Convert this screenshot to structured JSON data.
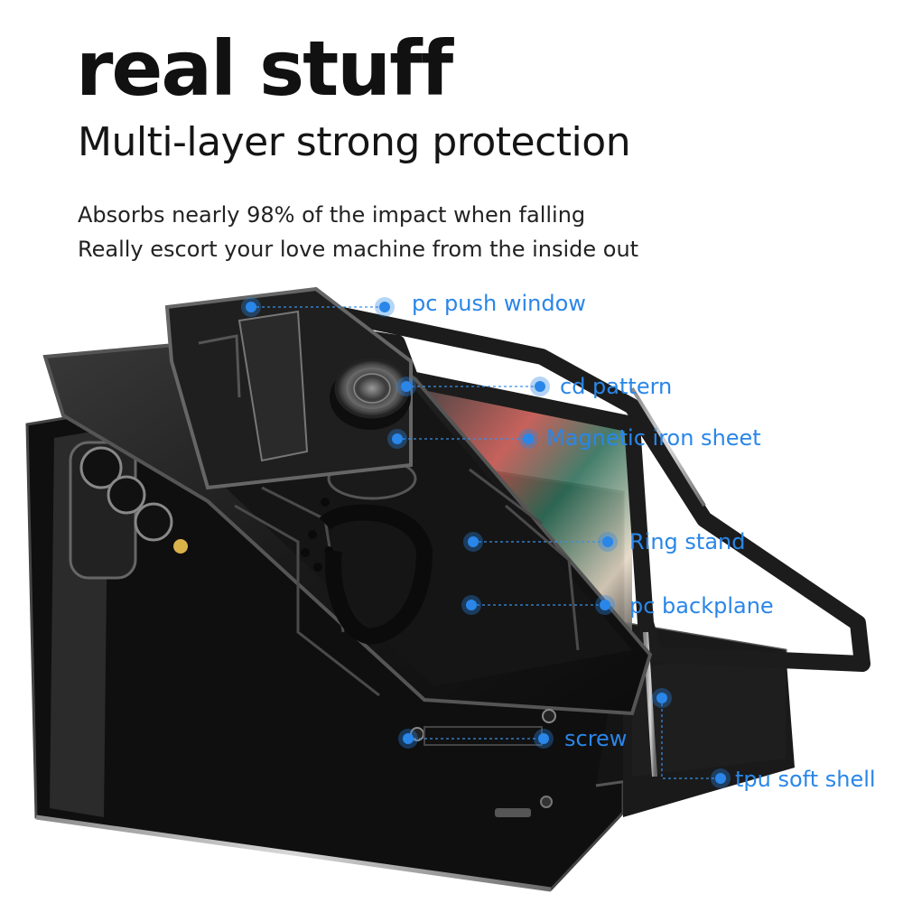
{
  "headline": "real stuff",
  "subheadline": "Multi-layer strong protection",
  "description": [
    "Absorbs nearly 98% of the impact when falling",
    "Really escort your love machine from the inside out"
  ],
  "callouts": [
    {
      "label": "pc push window"
    },
    {
      "label": "cd pattern"
    },
    {
      "label": "Magnetic iron sheet"
    },
    {
      "label": "Ring stand"
    },
    {
      "label": "pc backplane"
    },
    {
      "label": "screw"
    },
    {
      "label": "tpu soft shell"
    }
  ],
  "colors": {
    "accent": "#2a86e8",
    "text": "#111111",
    "case": "#1b1b1b"
  }
}
